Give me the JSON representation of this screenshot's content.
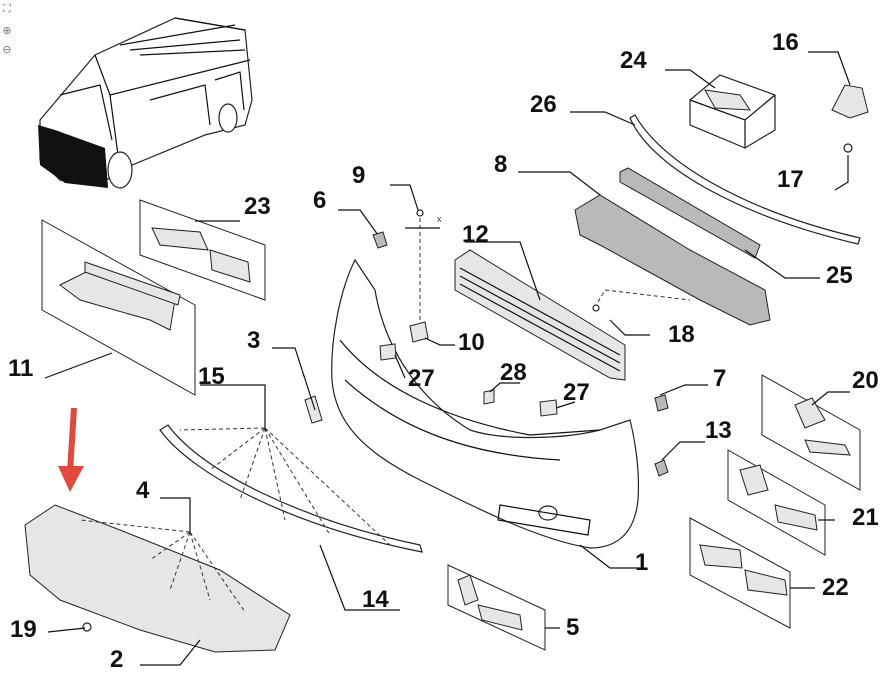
{
  "toolbar": {
    "fit_icon": "⛶",
    "zoom_in_icon": "⊕",
    "zoom_out_icon": "⊖"
  },
  "callouts": [
    "1",
    "2",
    "3",
    "4",
    "5",
    "6",
    "7",
    "8",
    "9",
    "10",
    "11",
    "12",
    "13",
    "14",
    "15",
    "16",
    "17",
    "18",
    "19",
    "20",
    "21",
    "22",
    "23",
    "24",
    "25",
    "26",
    "27",
    "27",
    "28"
  ],
  "axis_marker": "x",
  "colors": {
    "arrow": "#e4473c",
    "lines": "#111111",
    "shade": "#e6e6e6"
  }
}
